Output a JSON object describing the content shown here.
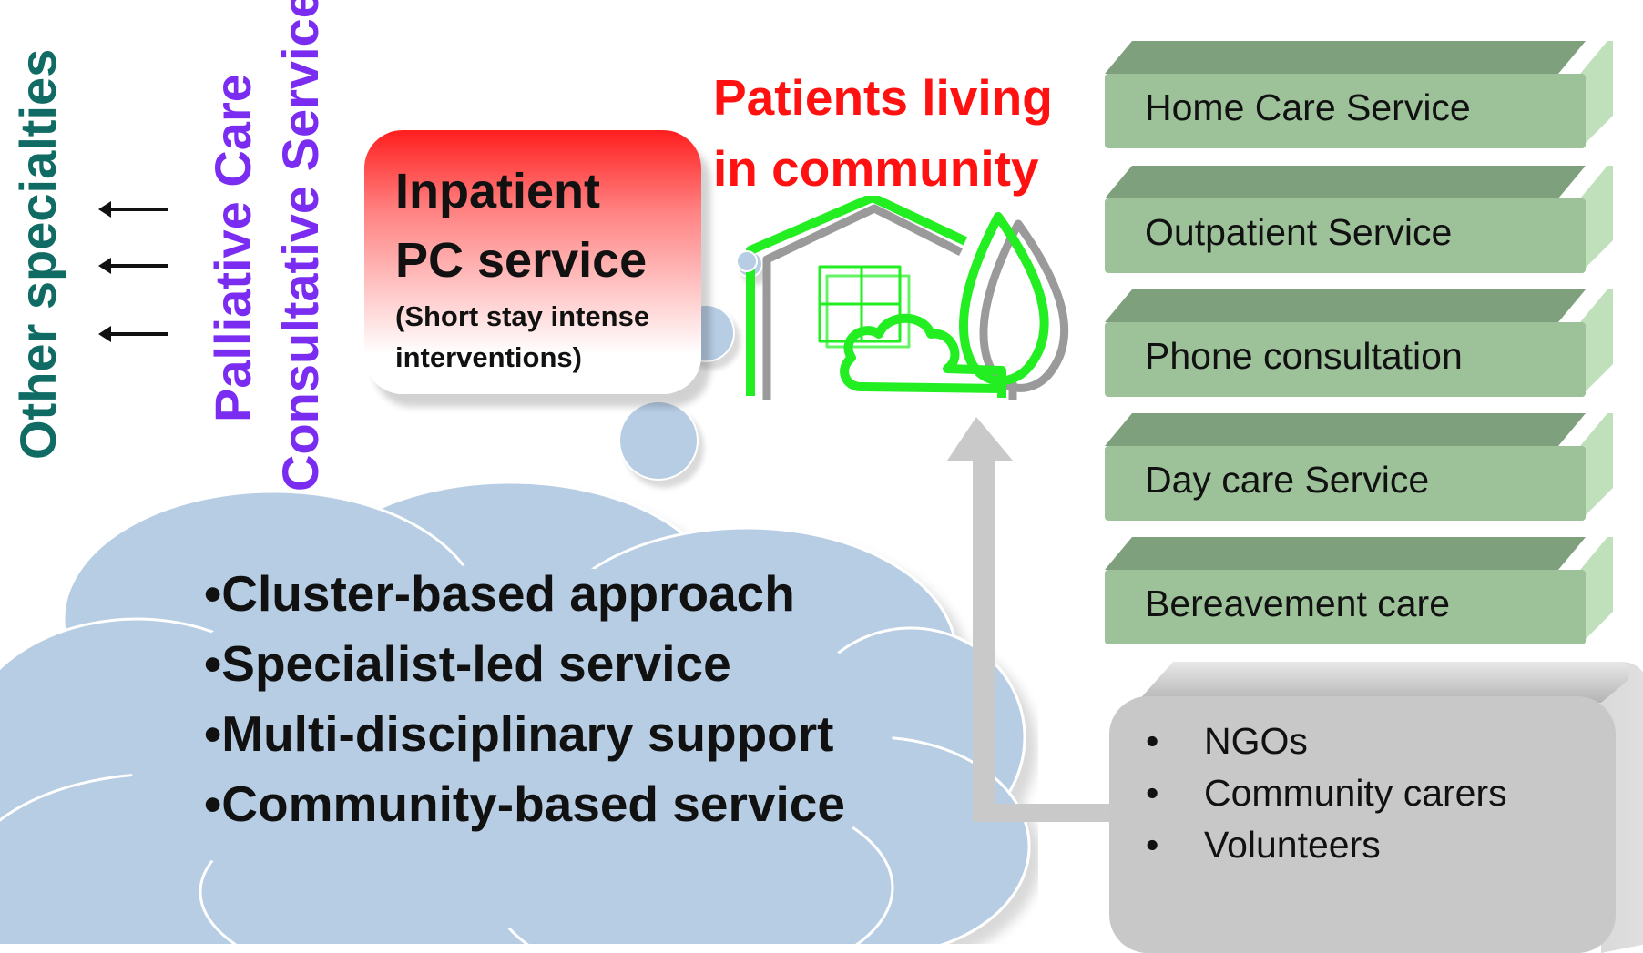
{
  "side_labels": {
    "other_specialties": "Other specialties",
    "palliative_line1": "Palliative Care",
    "palliative_line2": "Consultative Service"
  },
  "inpatient": {
    "title_line1": "Inpatient",
    "title_line2": "PC service",
    "subtitle_line1": "(Short stay intense",
    "subtitle_line2": "interventions)"
  },
  "patients": {
    "line1": "Patients living",
    "line2": "in community"
  },
  "services": [
    {
      "label": "Home Care Service"
    },
    {
      "label": "Outpatient Service"
    },
    {
      "label": "Phone consultation"
    },
    {
      "label": "Day care Service"
    },
    {
      "label": "Bereavement care"
    }
  ],
  "partners": [
    {
      "label": "NGOs"
    },
    {
      "label": "Community carers"
    },
    {
      "label": "Volunteers"
    }
  ],
  "cloud_points": [
    {
      "text": "•Cluster-based approach"
    },
    {
      "text": "•Specialist-led service"
    },
    {
      "text": "•Multi-disciplinary support"
    },
    {
      "text": "•Community-based service"
    }
  ],
  "colors": {
    "teal": "#0f6b63",
    "purple": "#7a2cf0",
    "red": "#ff1111",
    "service_green": "#9dc29a",
    "cloud_blue": "#b7cde4",
    "partner_grey": "#c8c8c8",
    "house_green": "#22ee22"
  },
  "icons": {
    "house": "house-with-tree-icon",
    "arrow": "left-arrow-icon"
  }
}
